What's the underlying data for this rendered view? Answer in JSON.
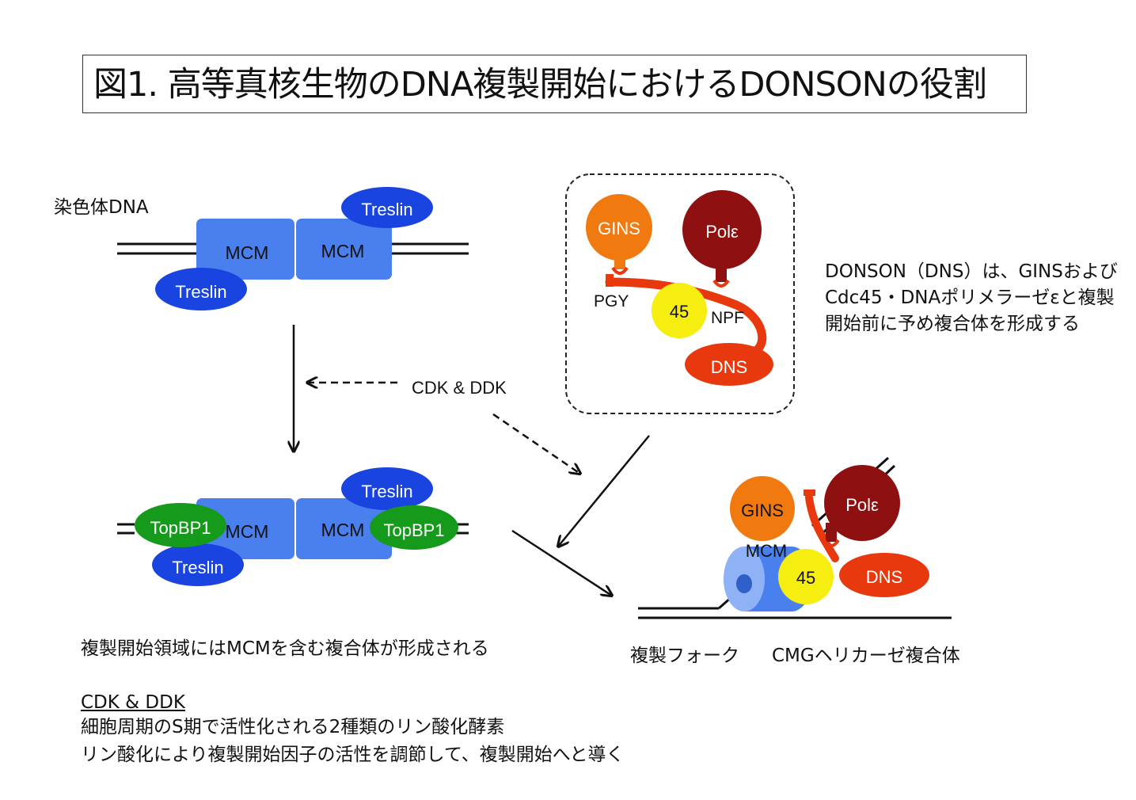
{
  "title": "図1. 高等真核生物のDNA複製開始におけるDONSONの役割",
  "labels": {
    "chromosome_dna": "染色体DNA",
    "mcm": "MCM",
    "treslin": "Treslin",
    "topbp1": "TopBP1",
    "cdk_ddk": "CDK & DDK",
    "gins": "GINS",
    "pole": "Polε",
    "cdc45": "45",
    "dns": "DNS",
    "pgy": "PGY",
    "npf": "NPF",
    "fork": "複製フォーク",
    "cmg": "CMGヘリカーゼ複合体"
  },
  "captions": {
    "origin_complex": "複製開始領域にはMCMを含む複合体が形成される",
    "donson_note": [
      "DONSON（DNS）は、GINSおよび",
      "Cdc45・DNAポリメラーゼεと複製",
      "開始前に予め複合体を形成する"
    ]
  },
  "footnote": {
    "heading": "CDK & DDK",
    "lines": [
      "細胞周期のS期で活性化される2種類のリン酸化酵素",
      "リン酸化により複製開始因子の活性を調節して、複製開始へと導く"
    ]
  },
  "colors": {
    "mcm": "#4a80ee",
    "treslin": "#1a44e0",
    "topbp1": "#169a1c",
    "gins": "#f07a10",
    "pole": "#8e1010",
    "cdc45": "#f6ee10",
    "dns": "#e8380e"
  }
}
